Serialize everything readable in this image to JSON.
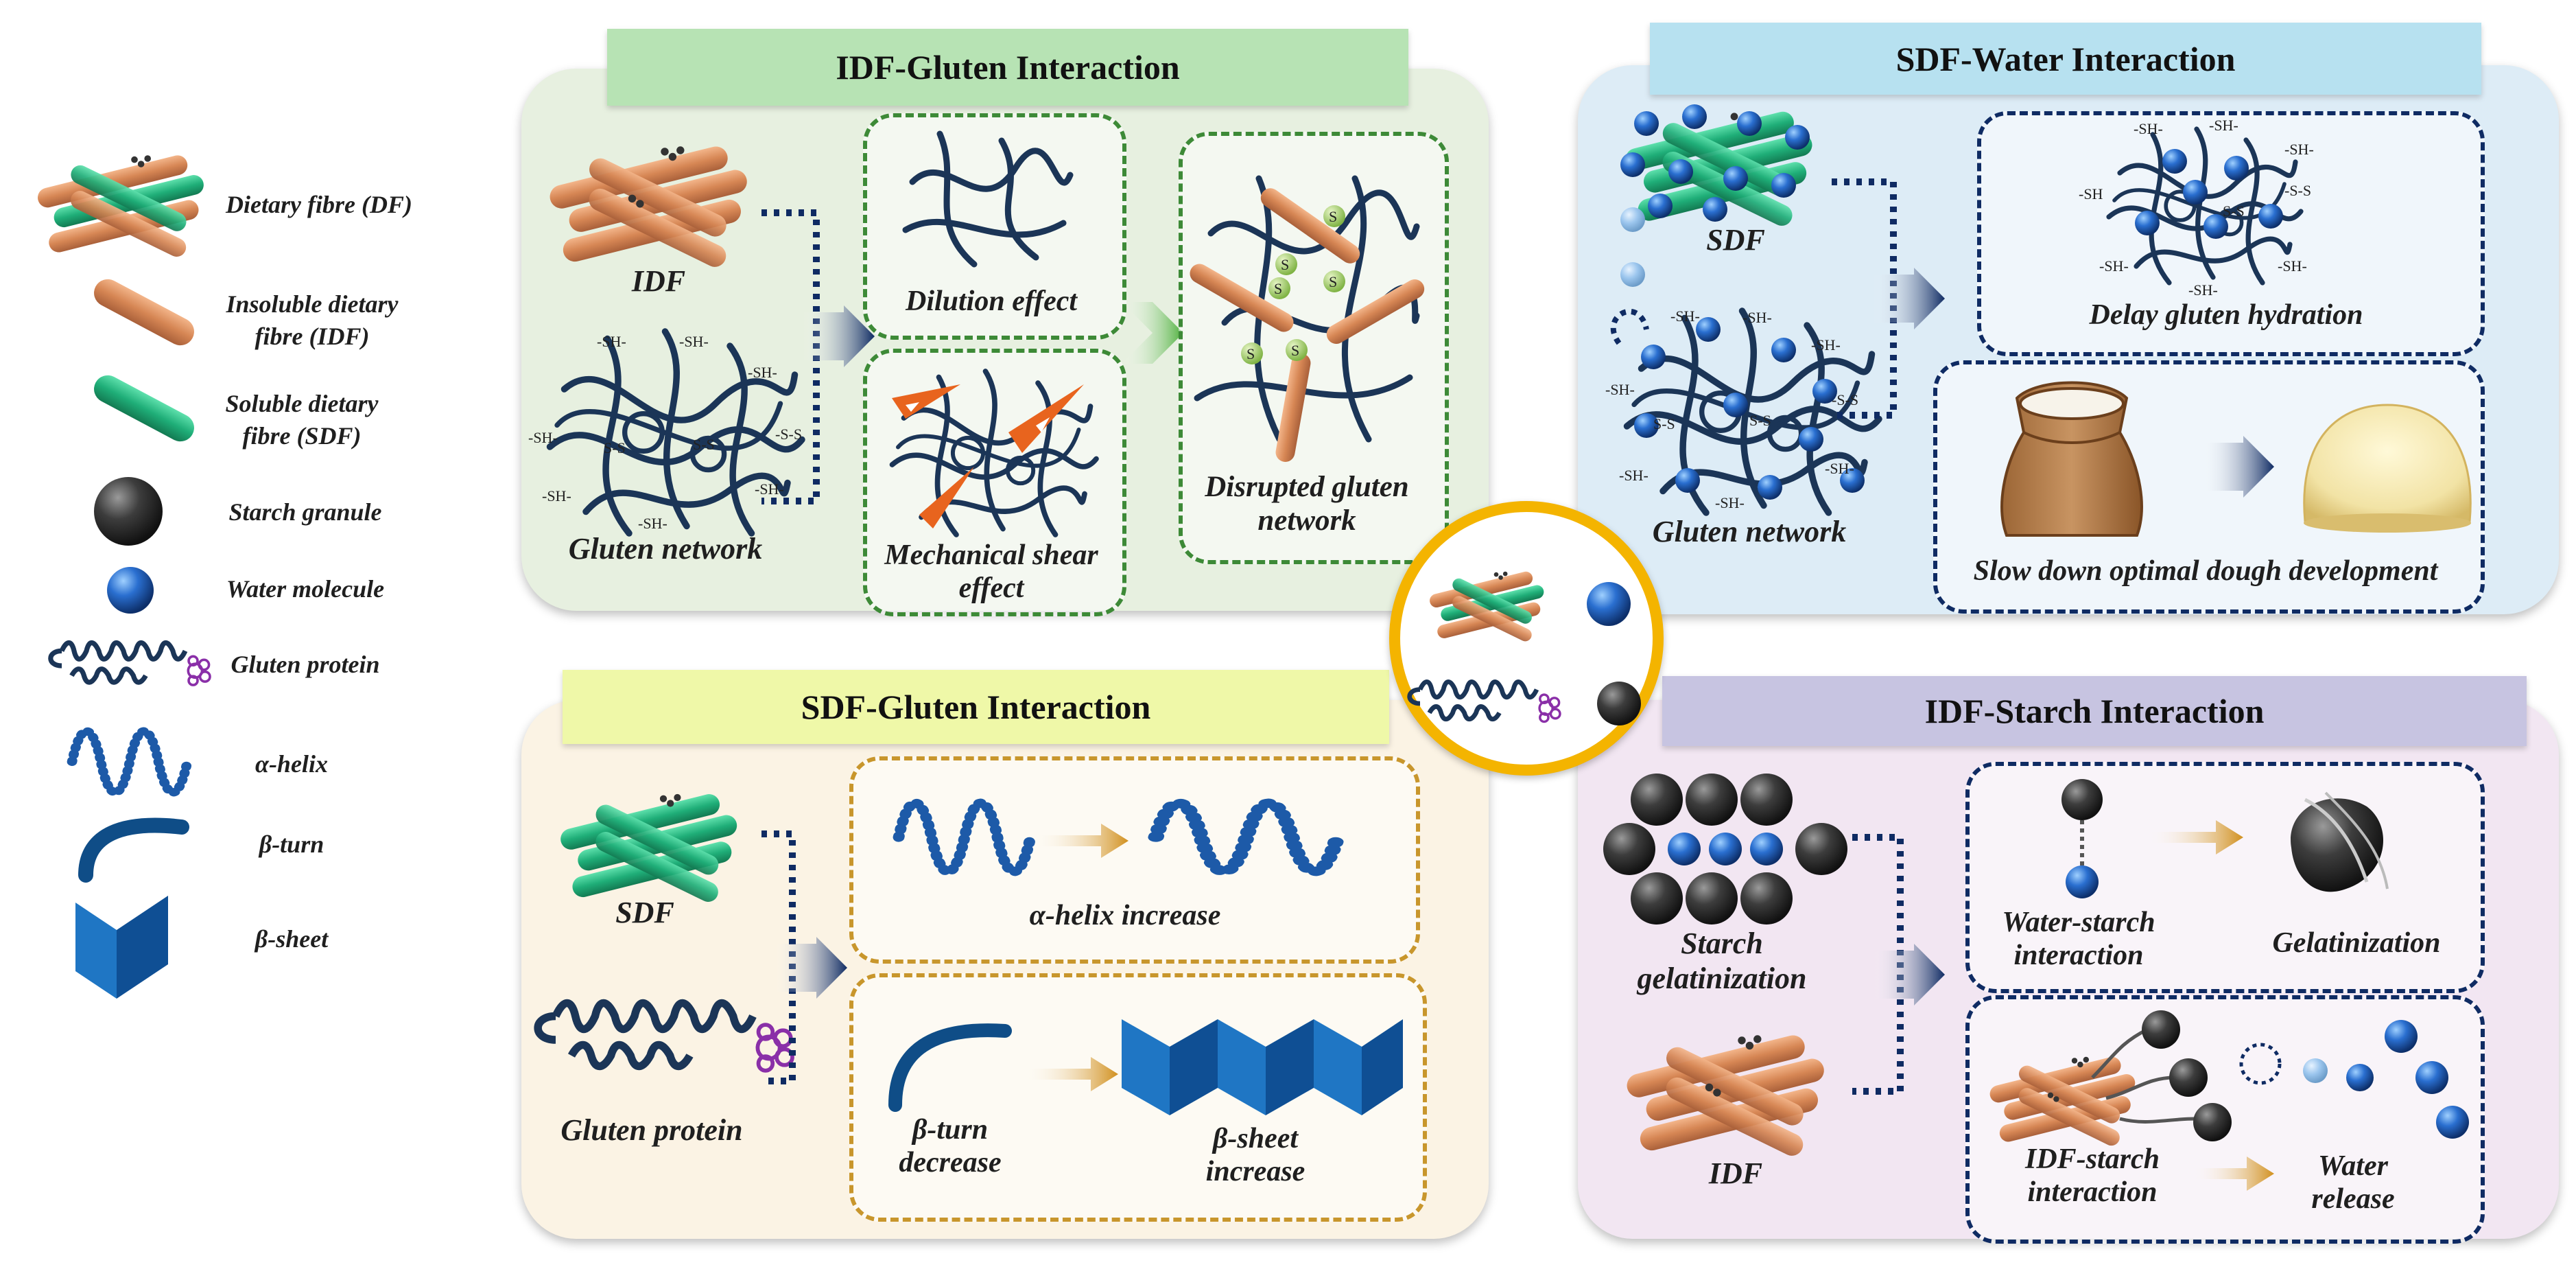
{
  "legend": {
    "dietary_fibre": "Dietary fibre (DF)",
    "idf": "Insoluble dietary fibre (IDF)",
    "sdf": "Soluble dietary fibre (SDF)",
    "starch": "Starch granule",
    "water": "Water molecule",
    "gluten_protein": "Gluten protein",
    "alpha_helix": "α-helix",
    "beta_turn": "β-turn",
    "beta_sheet": "β-sheet"
  },
  "idf_gluten": {
    "title": "IDF-Gluten Interaction",
    "idf": "IDF",
    "gluten_network": "Gluten network",
    "dilution": "Dilution effect",
    "shear": "Mechanical shear effect",
    "disrupted": "Disrupted gluten network"
  },
  "sdf_water": {
    "title": "SDF-Water Interaction",
    "sdf": "SDF",
    "gluten_network": "Gluten network",
    "delay": "Delay gluten hydration",
    "slow": "Slow down optimal dough development"
  },
  "sdf_gluten": {
    "title": "SDF-Gluten Interaction",
    "sdf": "SDF",
    "gluten_protein": "Gluten protein",
    "alpha_increase": "α-helix increase",
    "beta_turn_decrease": "β-turn decrease",
    "beta_sheet_increase": "β-sheet increase"
  },
  "idf_starch": {
    "title": "IDF-Starch Interaction",
    "starch_gel": "Starch gelatinization",
    "idf": "IDF",
    "water_starch": "Water-starch interaction",
    "gelatinization": "Gelatinization",
    "idf_starch_int": "IDF-starch interaction",
    "water_release": "Water release"
  },
  "chem": {
    "sh": "-SH-",
    "ss": "S-S",
    "s": "S"
  },
  "colors": {
    "idf_fibre": "#d98f5f",
    "sdf_fibre": "#27b57f",
    "water": "#1f5fb8",
    "starch": "#3a3a3a",
    "gluten": "#1b3557",
    "green_panel": "#e7f0e0",
    "blue_panel": "#ddecf6",
    "yellow_panel": "#fbf3e4",
    "purple_panel": "#f2e6f2",
    "center_ring": "#f4b400"
  }
}
